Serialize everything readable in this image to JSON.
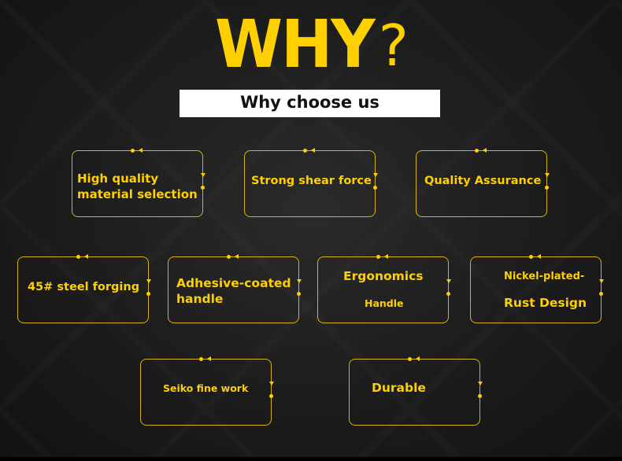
{
  "title": "WHY",
  "title_mark": "?",
  "subtitle": "Why choose us",
  "features": [
    {
      "lines": [
        "High quality",
        "material selection"
      ]
    },
    {
      "lines": [
        "Strong shear force"
      ]
    },
    {
      "lines": [
        "Quality Assurance"
      ]
    },
    {
      "lines": [
        "45# steel forging"
      ]
    },
    {
      "lines": [
        "Adhesive-coated",
        "handle"
      ]
    },
    {
      "lines": [
        "Ergonomics",
        "Handle"
      ]
    },
    {
      "lines": [
        "Nickel-plated-",
        "Rust Design"
      ]
    },
    {
      "lines": [
        "Seiko fine work"
      ]
    },
    {
      "lines": [
        "Durable"
      ]
    }
  ],
  "colors": {
    "accent": "#ffd000",
    "background": "#1c1c1c",
    "subtitle_bg": "#ffffff"
  }
}
